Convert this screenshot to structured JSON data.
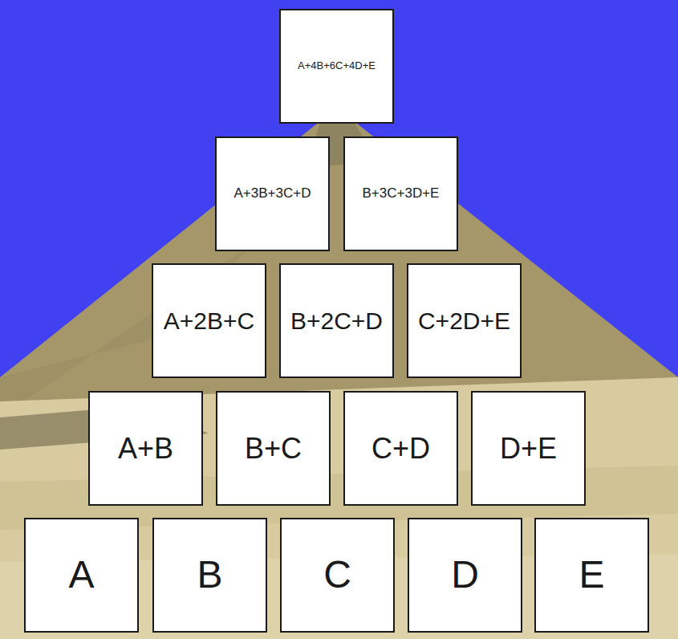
{
  "diagram": {
    "nodes": [
      {
        "text": [
          "A+4B+6C+4D+E"
        ]
      },
      {
        "text": [
          "A+3B+3C+D"
        ]
      },
      {
        "text": [
          "B+3C+3D+E"
        ]
      },
      {
        "text": [
          "A+2B+C"
        ]
      },
      {
        "text": [
          "B+2C+D"
        ]
      },
      {
        "text": [
          "C+2D+E"
        ]
      },
      {
        "text": [
          "A+B"
        ]
      },
      {
        "text": [
          "B+C"
        ]
      },
      {
        "text": [
          "C+D"
        ]
      },
      {
        "text": [
          "D+E"
        ]
      },
      {
        "text": [
          "A"
        ]
      },
      {
        "text": [
          "B"
        ]
      },
      {
        "text": [
          "C"
        ]
      },
      {
        "text": [
          "D"
        ]
      },
      {
        "text": [
          "E"
        ]
      }
    ]
  }
}
